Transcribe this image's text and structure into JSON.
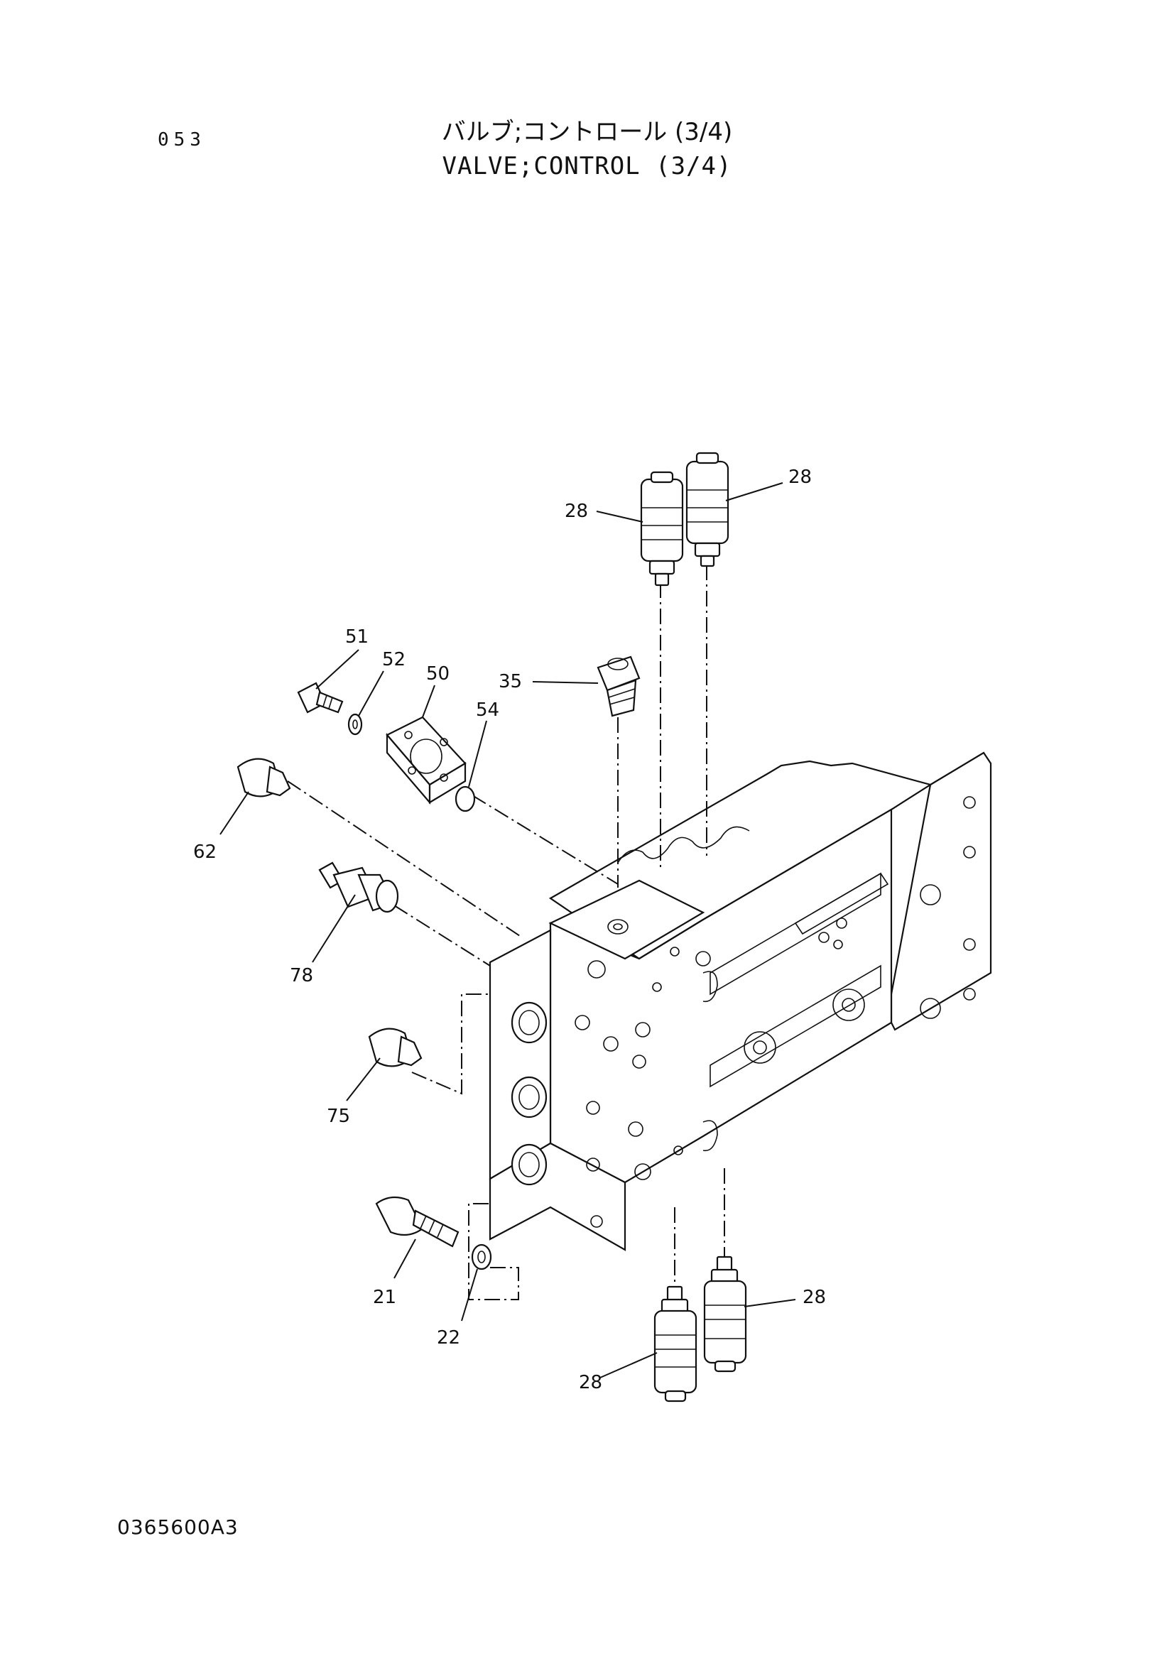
{
  "header": {
    "page_code": "053",
    "title_jp": "バルブ;コントロール (3/4)",
    "title_en": "VALVE;CONTROL (3/4)"
  },
  "footer": {
    "drawing_number": "0365600A3"
  },
  "callouts": {
    "c28_top_left": "28",
    "c28_top_right": "28",
    "c28_bottom_left": "28",
    "c28_bottom_right": "28",
    "c35": "35",
    "c50": "50",
    "c51": "51",
    "c52": "52",
    "c54": "54",
    "c62": "62",
    "c78": "78",
    "c75": "75",
    "c21": "21",
    "c22": "22"
  }
}
